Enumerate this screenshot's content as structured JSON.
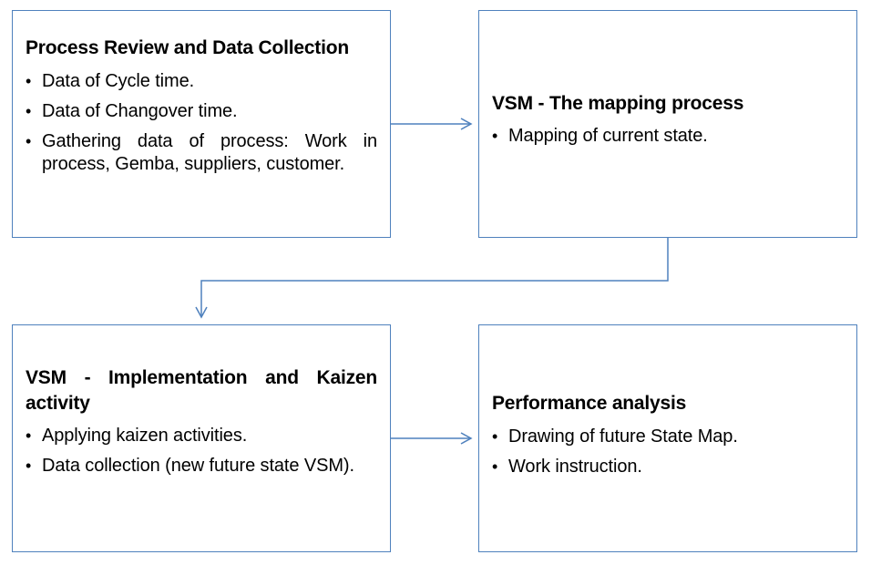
{
  "diagram": {
    "boxes": [
      {
        "title": "Process Review and Data Collection",
        "bullets": [
          "Data of Cycle time.",
          "Data of Changover time.",
          "Gathering data of process: Work in process, Gemba, suppliers, customer."
        ]
      },
      {
        "title": "VSM - The mapping process",
        "bullets": [
          "Mapping of current state."
        ]
      },
      {
        "title": "VSM - Implementation and Kaizen activity",
        "bullets": [
          "Applying kaizen activities.",
          "Data collection (new future state VSM)."
        ]
      },
      {
        "title": "Performance analysis",
        "bullets": [
          "Drawing of future State Map.",
          "Work instruction."
        ]
      }
    ],
    "bullet_symbol": "•",
    "colors": {
      "border": "#4f81bd",
      "arrow": "#4f81bd",
      "text": "#000000",
      "background": "#ffffff"
    }
  }
}
